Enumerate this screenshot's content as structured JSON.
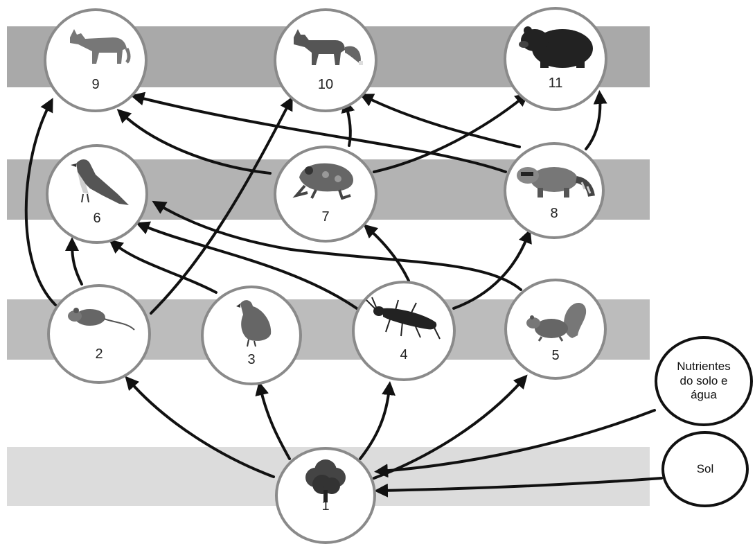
{
  "nodes": {
    "n1": {
      "number": "1",
      "icon": "tree-icon"
    },
    "n2": {
      "number": "2",
      "icon": "mouse-icon"
    },
    "n3": {
      "number": "3",
      "icon": "quail-icon"
    },
    "n4": {
      "number": "4",
      "icon": "beetle-icon"
    },
    "n5": {
      "number": "5",
      "icon": "squirrel-icon"
    },
    "n6": {
      "number": "6",
      "icon": "hawk-icon"
    },
    "n7": {
      "number": "7",
      "icon": "frog-icon"
    },
    "n8": {
      "number": "8",
      "icon": "raccoon-icon"
    },
    "n9": {
      "number": "9",
      "icon": "wolf-icon"
    },
    "n10": {
      "number": "10",
      "icon": "fox-icon"
    },
    "n11": {
      "number": "11",
      "icon": "bear-icon"
    }
  },
  "external": {
    "nutrients": {
      "label": "Nutrientes do solo e água",
      "lines": [
        "Nutrientes",
        "do solo e",
        "água"
      ]
    },
    "sun": {
      "label": "Sol"
    }
  },
  "links": [
    [
      "1",
      "2"
    ],
    [
      "1",
      "3"
    ],
    [
      "1",
      "4"
    ],
    [
      "1",
      "5"
    ],
    [
      "nutrients",
      "1"
    ],
    [
      "sun",
      "1"
    ],
    [
      "2",
      "6"
    ],
    [
      "2",
      "9"
    ],
    [
      "2",
      "10"
    ],
    [
      "3",
      "6"
    ],
    [
      "4",
      "6"
    ],
    [
      "4",
      "7"
    ],
    [
      "4",
      "8"
    ],
    [
      "5",
      "6"
    ],
    [
      "7",
      "9"
    ],
    [
      "7",
      "10"
    ],
    [
      "7",
      "11"
    ],
    [
      "8",
      "9"
    ],
    [
      "8",
      "10"
    ],
    [
      "8",
      "11"
    ]
  ]
}
